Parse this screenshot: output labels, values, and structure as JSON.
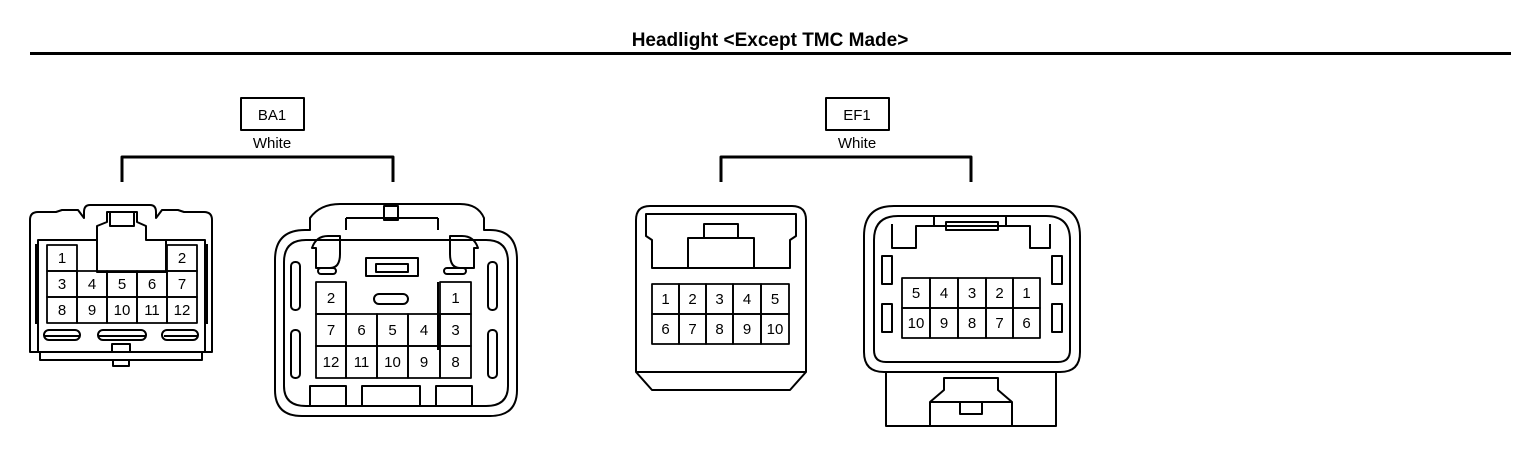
{
  "title": "Headlight <Except TMC Made>",
  "connectors": [
    {
      "code": "BA1",
      "color": "White",
      "views": [
        {
          "pins": [
            "1",
            "2",
            "3",
            "4",
            "5",
            "6",
            "7",
            "8",
            "9",
            "10",
            "11",
            "12"
          ]
        },
        {
          "pins": [
            "2",
            "1",
            "7",
            "6",
            "5",
            "4",
            "3",
            "12",
            "11",
            "10",
            "9",
            "8"
          ]
        }
      ]
    },
    {
      "code": "EF1",
      "color": "White",
      "views": [
        {
          "pins": [
            "1",
            "2",
            "3",
            "4",
            "5",
            "6",
            "7",
            "8",
            "9",
            "10"
          ]
        },
        {
          "pins": [
            "5",
            "4",
            "3",
            "2",
            "1",
            "10",
            "9",
            "8",
            "7",
            "6"
          ]
        }
      ]
    }
  ]
}
